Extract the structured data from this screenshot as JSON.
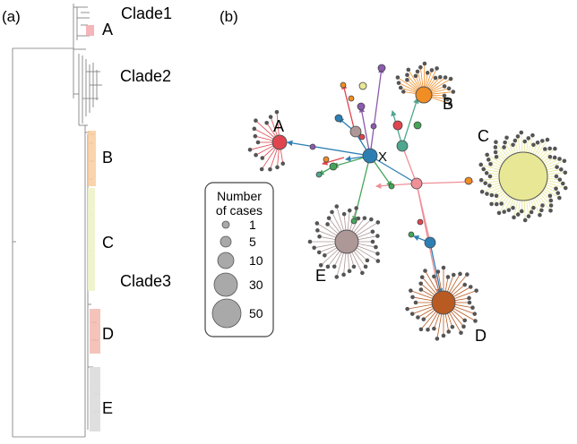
{
  "panels": {
    "a": "(a)",
    "b": "(b)"
  },
  "tree_labels": {
    "clade1": "Clade1",
    "clade2": "Clade2",
    "clade3": "Clade3",
    "a": "A",
    "b": "B",
    "c": "C",
    "d": "D",
    "e": "E"
  },
  "network_labels": {
    "a": "A",
    "b": "B",
    "c": "C",
    "d": "D",
    "e": "E",
    "x": "X"
  },
  "legend": {
    "title_line1": "Number",
    "title_line2": "of cases",
    "values": [
      "1",
      "5",
      "10",
      "30",
      "50"
    ]
  },
  "colors": {
    "A": "#e0454f",
    "B": "#f08d23",
    "C": "#e8e796",
    "D": "#b85a22",
    "E": "#ae9797",
    "X": "#2d7fb3",
    "hub": "#ef8f98",
    "leaf": "#555555",
    "purple": "#8c5bb0",
    "green": "#44a559",
    "teal": "#4ea68f"
  }
}
